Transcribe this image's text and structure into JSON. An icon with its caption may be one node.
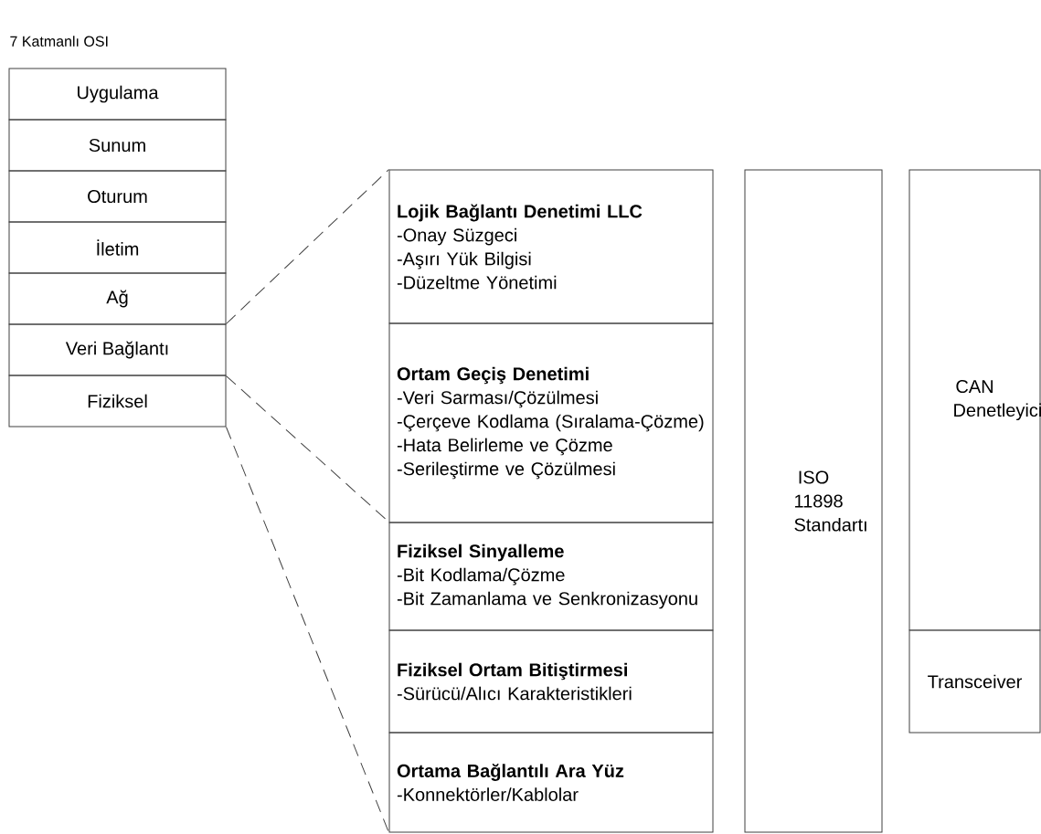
{
  "diagram": {
    "title": "7 Katmanlı OSI",
    "nodes": [
      {
        "text": [
          "Uygulama"
        ]
      },
      {
        "text": [
          "Sunum"
        ]
      },
      {
        "text": [
          "Oturum"
        ]
      },
      {
        "text": [
          "İletim"
        ]
      },
      {
        "text": [
          "Ağ"
        ]
      },
      {
        "text": [
          "Veri Bağlantı"
        ]
      },
      {
        "text": [
          "Fiziksel"
        ]
      },
      {
        "text": [
          "Lojik Bağlantı Denetimi LLC",
          "-Onay Süzgeci",
          "-Aşırı Yük Bilgisi",
          "-Düzeltme Yönetimi"
        ]
      },
      {
        "text": [
          "Ortam Geçiş Denetimi",
          "-Veri Sarması/Çözülmesi",
          "-Çerçeve Kodlama (Sıralama-Çözme)",
          "-Hata Belirleme ve Çözme",
          "-Serileştirme ve Çözülmesi"
        ]
      },
      {
        "text": [
          "Fiziksel Sinyalleme",
          "-Bit Kodlama/Çözme",
          "-Bit Zamanlama ve Senkronizasyonu"
        ]
      },
      {
        "text": [
          "Fiziksel Ortam Bitiştirmesi",
          "-Sürücü/Alıcı Karakteristikleri"
        ]
      },
      {
        "text": [
          "Ortama Bağlantılı Ara Yüz",
          "-Konnektörler/Kablolar"
        ]
      },
      {
        "text": [
          "ISO 11898 Standartı"
        ]
      },
      {
        "text": [
          "CAN Denetleyici"
        ]
      },
      {
        "text": [
          "Transceiver"
        ]
      }
    ],
    "edges": [
      {
        "from": 5,
        "to": 7,
        "arrow": "none",
        "style": "dashed"
      },
      {
        "from": 5,
        "to": 9,
        "arrow": "none",
        "style": "dashed"
      },
      {
        "from": 6,
        "to": 11,
        "arrow": "none",
        "style": "dashed"
      }
    ]
  }
}
